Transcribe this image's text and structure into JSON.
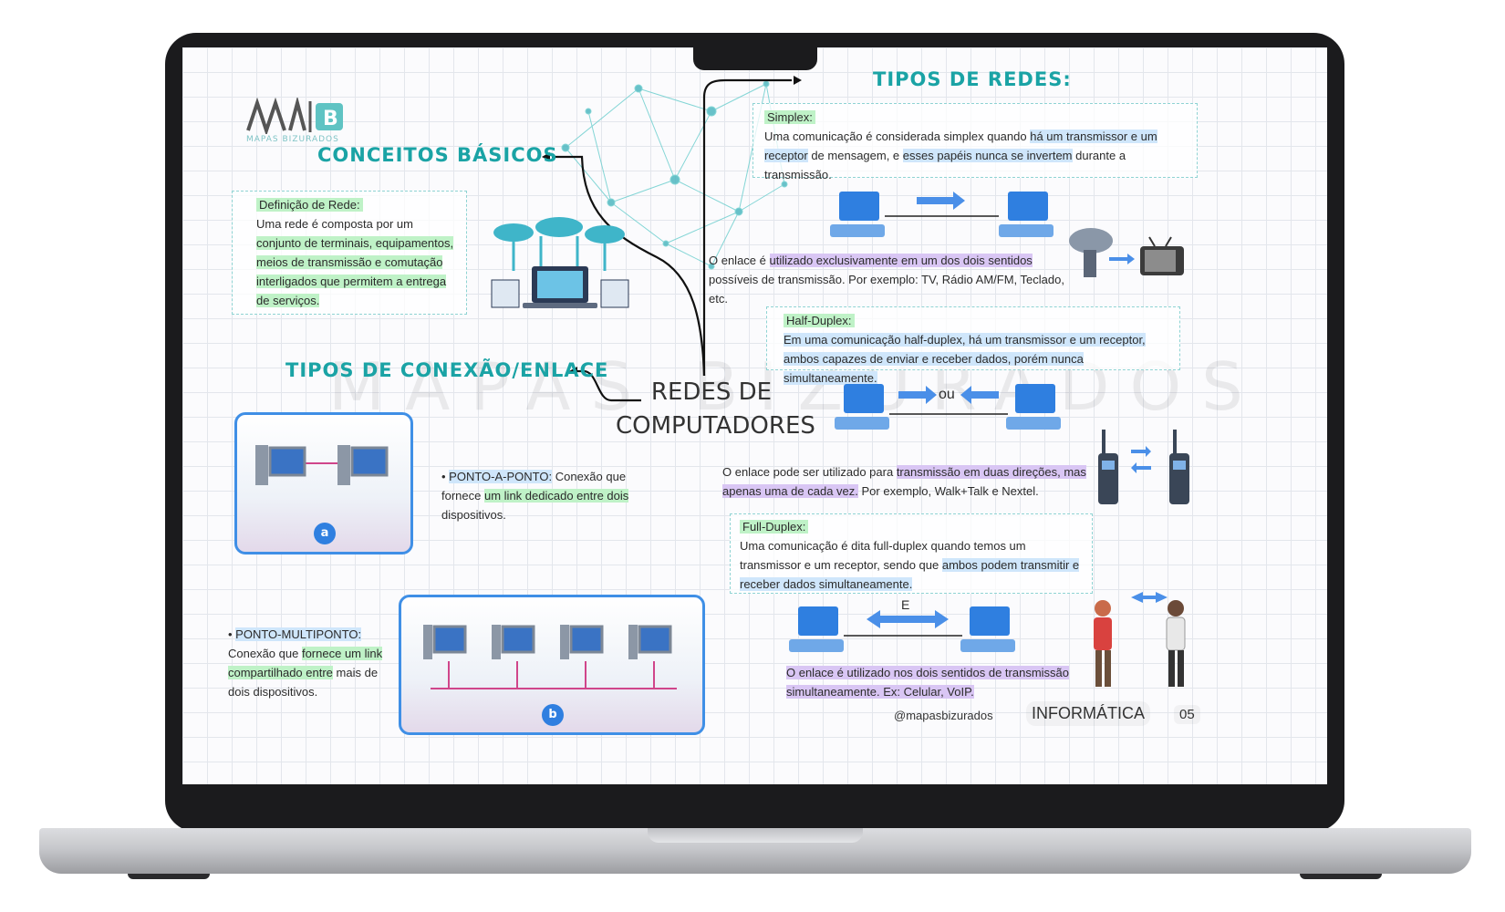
{
  "logo": {
    "brand": "MAPAS BIZURADOS"
  },
  "watermark": "MAPAS BIZURADOS",
  "center_title": [
    "REDES DE",
    "COMPUTADORES"
  ],
  "conceitos": {
    "heading": "CONCEITOS BÁSICOS",
    "tag": "Definição de Rede:",
    "intro": "Uma rede é composta por um",
    "highlight": "conjunto de terminais, equipamentos, meios de transmissão e comutação interligados que permitem a entrega de serviços."
  },
  "conexao": {
    "heading": "TIPOS DE CONEXÃO/ENLACE",
    "badge_a": "a",
    "badge_b": "b",
    "ponto_a_ponto": {
      "label": "PONTO-A-PONTO:",
      "text1": "Conexão que fornece",
      "highlight": "um link dedicado entre dois",
      "text2": "dispositivos."
    },
    "multiponto": {
      "label": "PONTO-MULTIPONTO:",
      "text1": "Conexão que",
      "highlight": "fornece um link compartilhado entre",
      "text2": "mais de dois dispositivos."
    }
  },
  "tipos": {
    "heading": "TIPOS DE REDES:",
    "simplex": {
      "tag": "Simplex:",
      "p1": "Uma comunicação é considerada simplex quando",
      "p1_hl": "há um transmissor e um receptor",
      "p2": "de mensagem, e",
      "p2_hl": "esses papéis nunca se invertem",
      "p3": "durante a transmissão.",
      "enlace_a": "O enlace é",
      "enlace_hl": "utilizado exclusivamente em um dos dois sentidos",
      "enlace_b": "possíveis de transmissão. Por exemplo: TV, Rádio AM/FM, Teclado, etc."
    },
    "half": {
      "tag": "Half-Duplex:",
      "text": "Em uma comunicação half-duplex, há um transmissor e um receptor, ambos capazes de enviar e receber dados, porém nunca simultaneamente.",
      "ou": "ou",
      "enlace_a": "O enlace pode ser utilizado para",
      "enlace_hl": "transmissão em duas direções, mas apenas uma de cada vez.",
      "enlace_b": "Por exemplo, Walk+Talk e Nextel."
    },
    "full": {
      "tag": "Full-Duplex:",
      "text1": "Uma comunicação é dita full-duplex quando temos um transmissor e um receptor, sendo que",
      "text_hl": "ambos podem transmitir e receber dados simultaneamente.",
      "e": "E",
      "enlace_hl": "O enlace é utilizado nos dois sentidos de transmissão simultaneamente. Ex: Celular, VoIP."
    }
  },
  "footer": {
    "handle": "@mapasbizurados",
    "subject": "INFORMÁTICA",
    "page": "05"
  },
  "colors": {
    "teal": "#1aa3a5",
    "blue_card": "#3f8fe6",
    "green_hl": "#bff2c7",
    "blue_hl": "#cfe6fb",
    "purple_hl": "#d9c6f4"
  }
}
